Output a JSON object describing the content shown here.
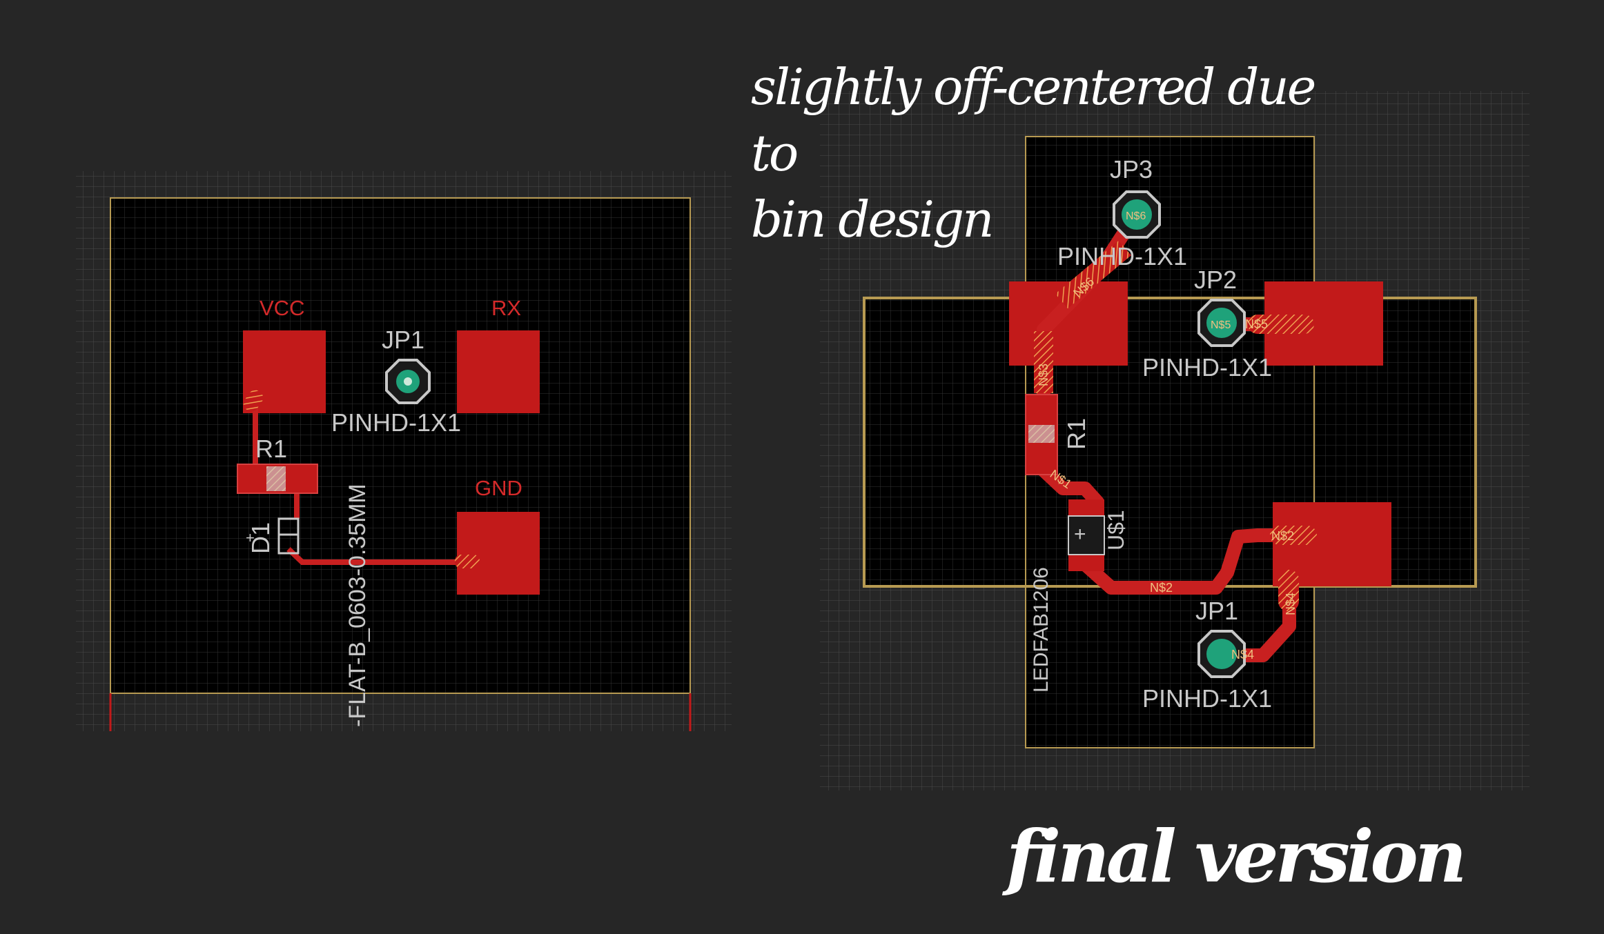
{
  "captions": {
    "top_line1": "slightly off-centered due to",
    "top_line2": "bin design",
    "bottom": "final version"
  },
  "colors": {
    "background": "#262626",
    "board": "#000000",
    "grid": "#3a3a3a",
    "outline": "#b79a52",
    "copper": "#c21a1a",
    "trace": "#c82020",
    "pad_hatch": "#f0a050",
    "via_ring": "#1fa27a",
    "silkscreen": "#c8c8c8",
    "label_red": "#d42a2a",
    "net_label": "#f0c080"
  },
  "left_board": {
    "labels": {
      "vcc": "VCC",
      "rx": "RX",
      "gnd": "GND",
      "jp1": "JP1",
      "jp1_value": "PINHD-1X1",
      "r1": "R1",
      "d1": "D1",
      "led_value": "-FLAT-B_0603-0.35MM"
    }
  },
  "right_board": {
    "labels": {
      "jp3": "JP3",
      "jp3_value": "PINHD-1X1",
      "jp2": "JP2",
      "jp2_value": "PINHD-1X1",
      "jp1": "JP1",
      "jp1_value": "PINHD-1X1",
      "r1": "R1",
      "u1": "U$1",
      "led_value": "LEDFAB1206"
    },
    "nets": {
      "n1": "N$1",
      "n2_pad": "N$2",
      "n2_trace": "N$2",
      "n3": "N$3",
      "n4_pad": "N$4",
      "n4_trace": "N$4",
      "n5_pad": "N$5",
      "n5_trace": "N$5",
      "n6_pad": "N$6",
      "n6_trace": "N$6"
    }
  }
}
